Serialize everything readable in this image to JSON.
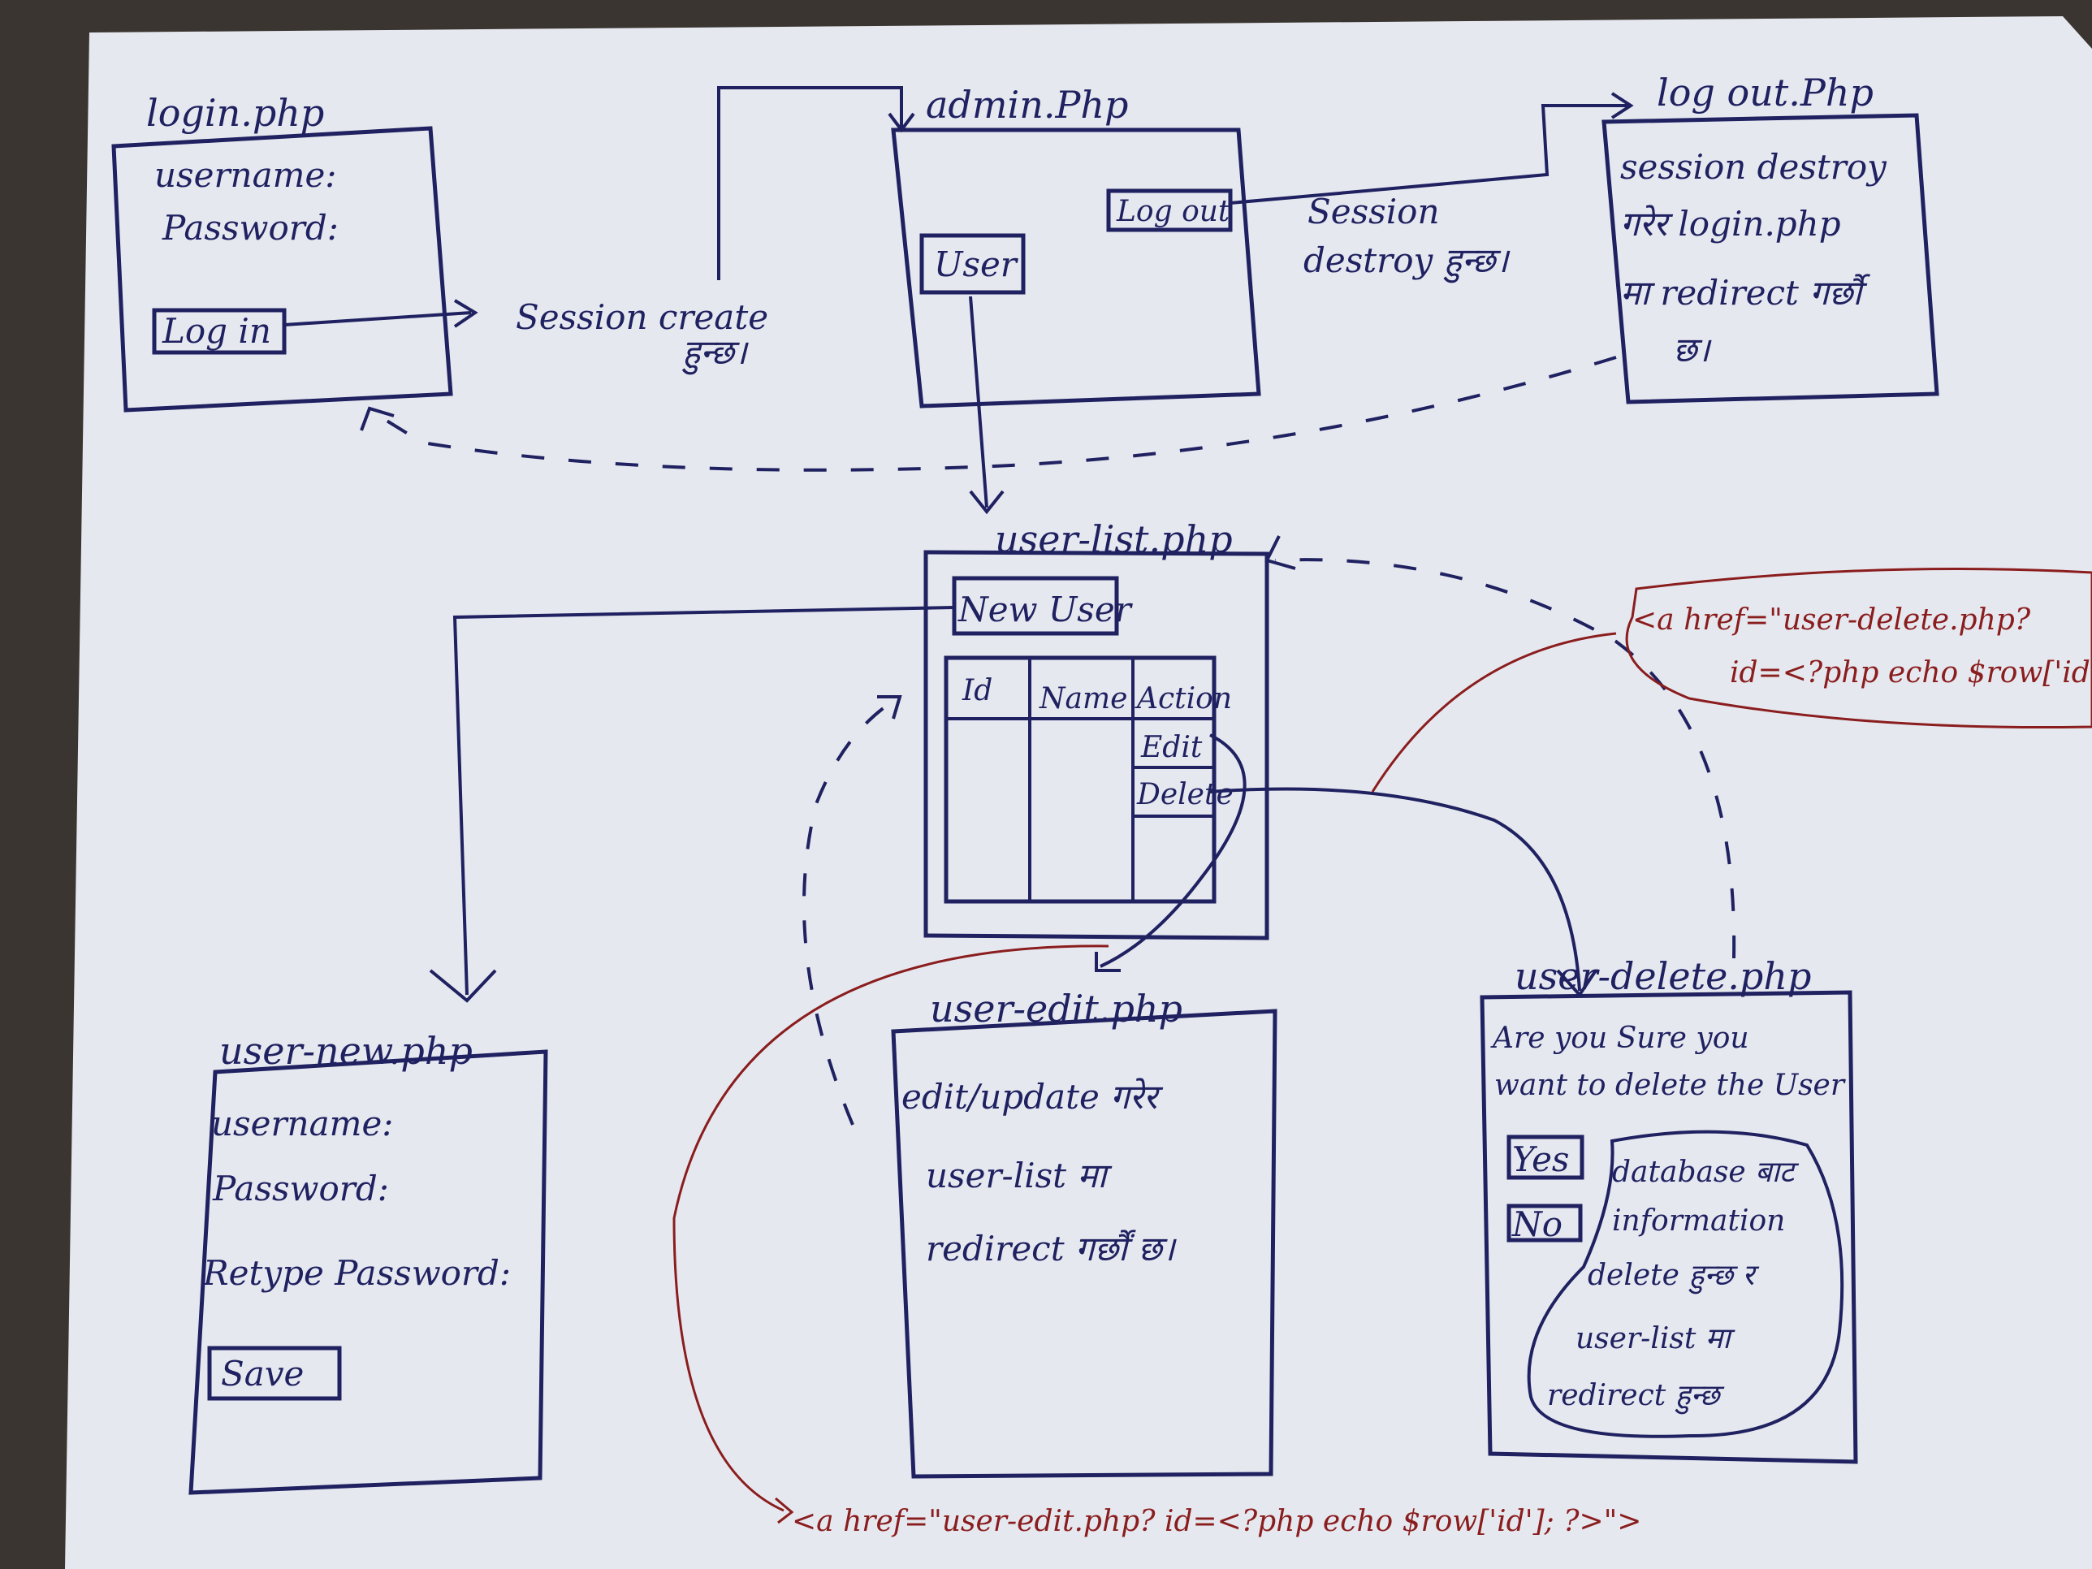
{
  "login": {
    "title": "login.php",
    "username": "username:",
    "password": "Password:",
    "button": "Log in"
  },
  "admin": {
    "title": "admin.Php",
    "user_button": "User",
    "logout_button": "Log out"
  },
  "logout": {
    "title": "log out.Php",
    "lines": [
      "session destroy",
      "गरेर login.php",
      "मा redirect गर्छौ",
      "छ।"
    ]
  },
  "edges": {
    "session_create": [
      "Session create",
      "हुन्छ।"
    ],
    "session_destroy": [
      "Session",
      "destroy हुन्छ।"
    ]
  },
  "user_list": {
    "title": "user-list.php",
    "new_user": "New User",
    "headers": [
      "Id",
      "Name",
      "Action"
    ],
    "actions": [
      "Edit",
      "Delete"
    ]
  },
  "user_new": {
    "title": "user-new.php",
    "username": "username:",
    "password": "Password:",
    "retype": "Retype Password:",
    "save": "Save"
  },
  "user_edit": {
    "title": "user-edit.php",
    "lines": [
      "edit/update गरेर",
      "user-list मा",
      "redirect गर्छौं छ।"
    ]
  },
  "user_delete": {
    "title": "user-delete.php",
    "question": [
      "Are you Sure you",
      "want to delete the User"
    ],
    "yes": "Yes",
    "no": "No",
    "note": [
      "database बाट",
      "information",
      "delete हुन्छ र",
      "user-list मा",
      "redirect हुन्छ"
    ]
  },
  "code_delete": [
    "<a href=\"user-delete.php?",
    "id=<?php echo $row['id'];?>"
  ],
  "code_edit": "<a href=\"user-edit.php? id=<?php echo $row['id']; ?>\">",
  "colors": {
    "ink": "#1f2160",
    "red_ink": "#8a1d1d",
    "paper": "#e7e9f2"
  }
}
